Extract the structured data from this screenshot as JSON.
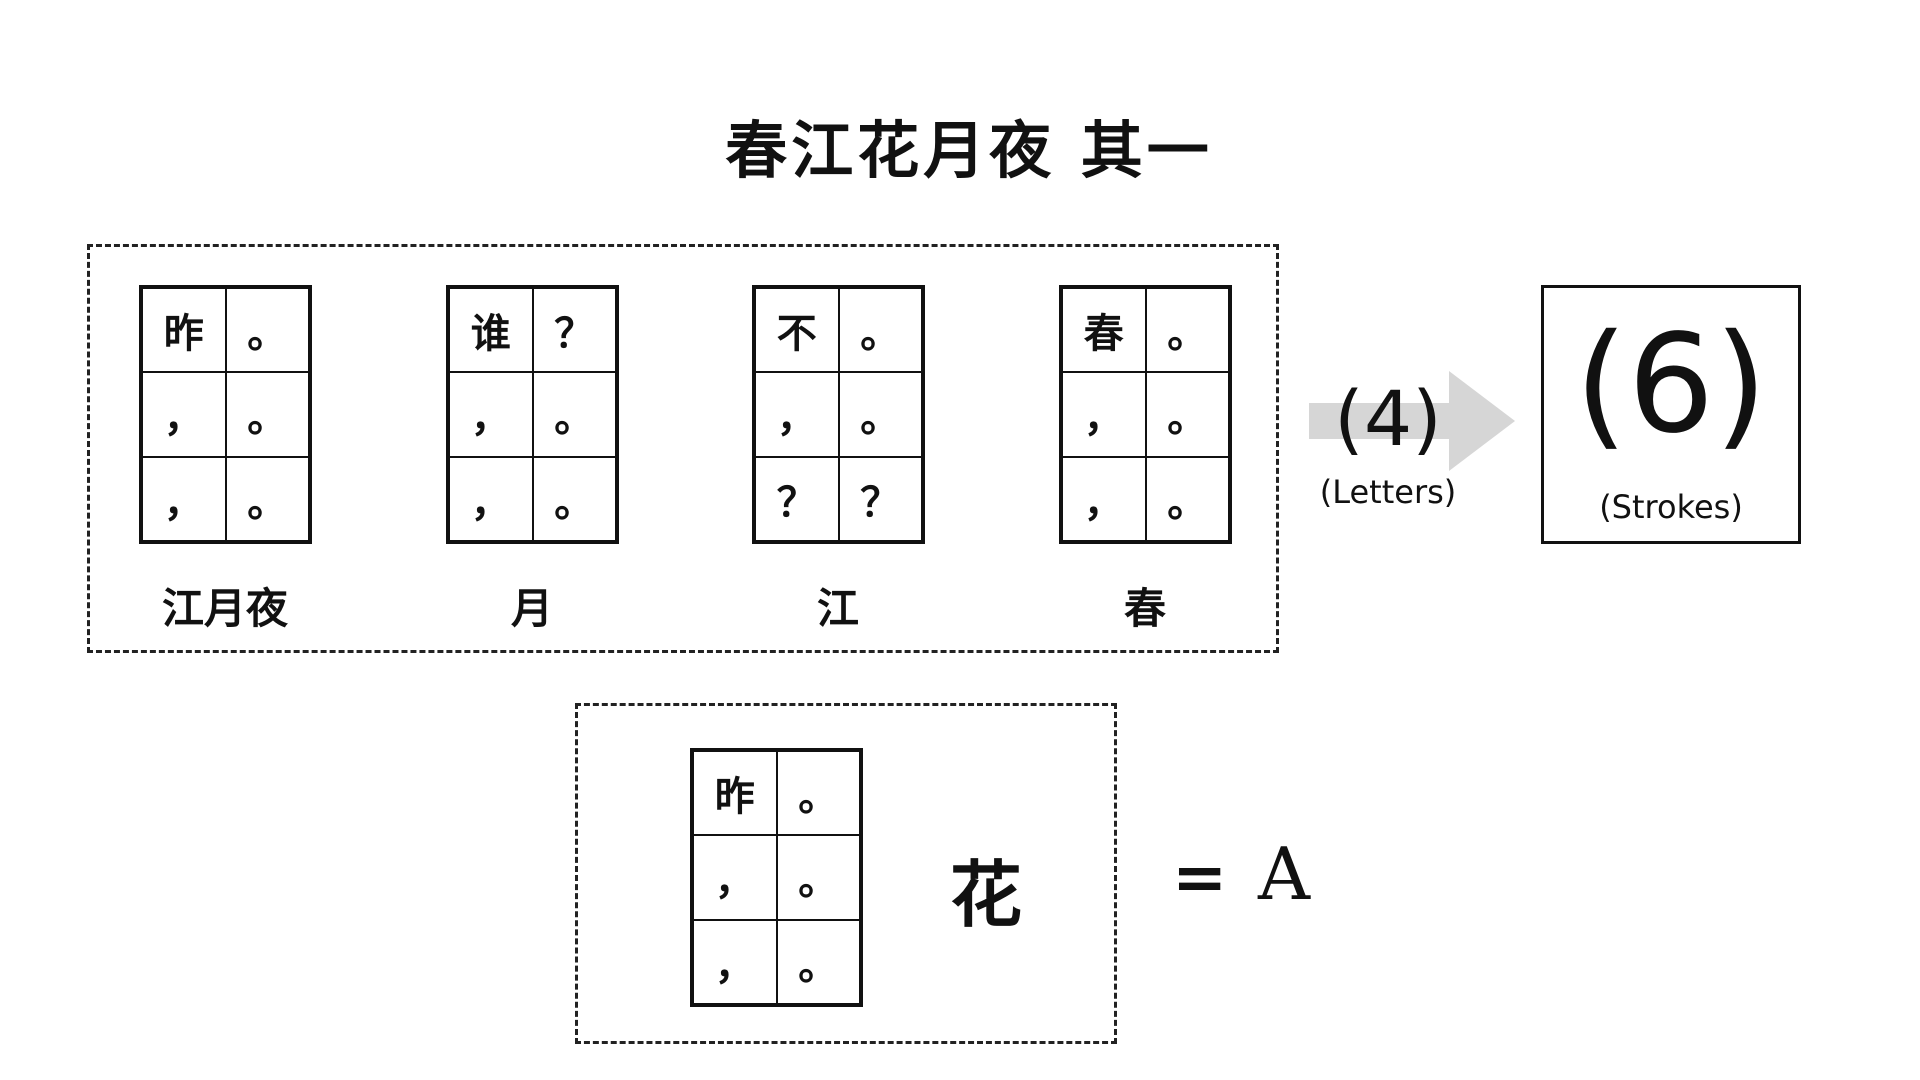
{
  "title": "春江花月夜 其一",
  "puzzles": [
    {
      "cells": [
        "昨",
        "。",
        "，",
        "。",
        "，",
        "。"
      ],
      "label": "江月夜"
    },
    {
      "cells": [
        "谁",
        "？",
        "，",
        "。",
        "，",
        "。"
      ],
      "label": "月"
    },
    {
      "cells": [
        "不",
        "。",
        "，",
        "。",
        "？",
        "？"
      ],
      "label": "江"
    },
    {
      "cells": [
        "春",
        "。",
        "，",
        "。",
        "，",
        "。"
      ],
      "label": "春"
    }
  ],
  "arrow": {
    "value": "(4)",
    "caption": "(Letters)"
  },
  "result": {
    "value": "(6)",
    "caption": "(Strokes)"
  },
  "question": {
    "cells": [
      "昨",
      "。",
      "，",
      "。",
      "，",
      "。"
    ],
    "label": "花",
    "equals": "=",
    "answer": "A"
  }
}
